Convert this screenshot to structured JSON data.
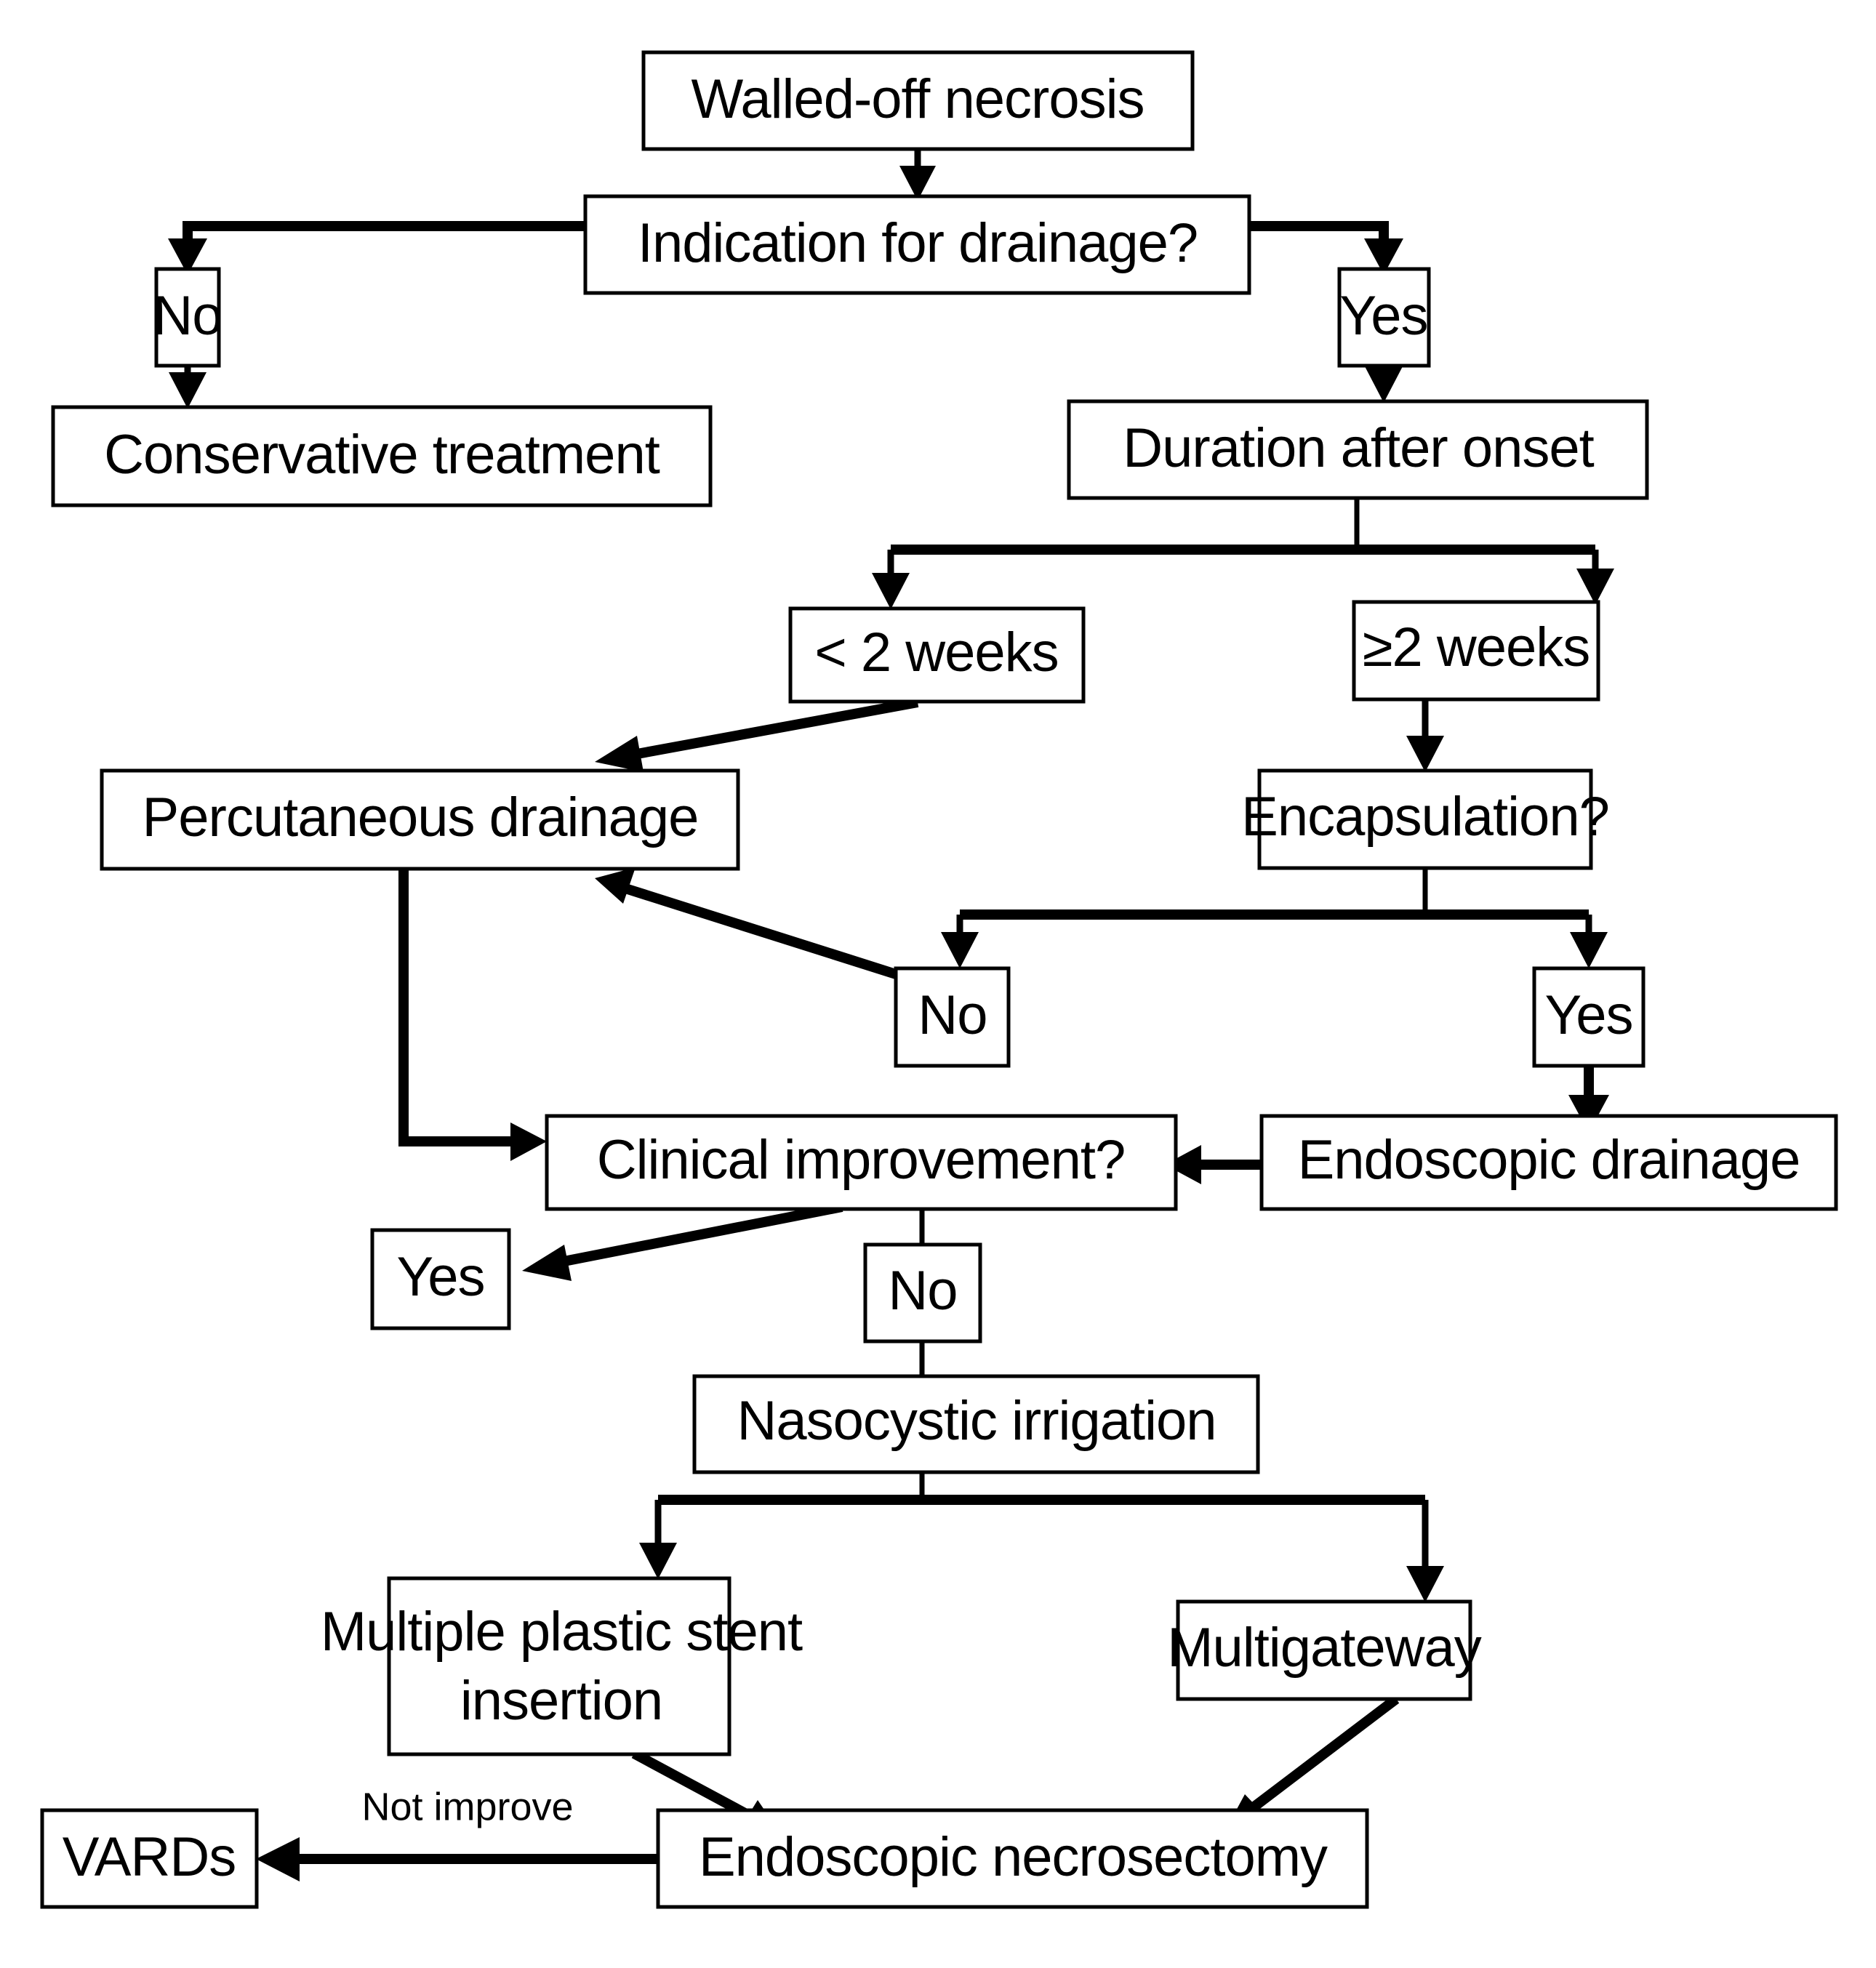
{
  "diagram": {
    "title": "Walled-off necrosis management algorithm",
    "type": "flowchart",
    "background_color": "#ffffff",
    "line_color": "#000000",
    "box_fill": "#ffffff"
  },
  "nodes": {
    "walled_off_necrosis": "Walled-off necrosis",
    "indication_for_drainage": "Indication for drainage?",
    "indication_no": "No",
    "conservative_treatment": "Conservative treatment",
    "indication_yes": "Yes",
    "duration_after_onset": "Duration after onset",
    "less_than_2_weeks": "< 2 weeks",
    "ge_2_weeks": "≥2 weeks",
    "percutaneous_drainage": "Percutaneous drainage",
    "encapsulation": "Encapsulation?",
    "encapsulation_no": "No",
    "encapsulation_yes": "Yes",
    "clinical_improvement": "Clinical improvement?",
    "endoscopic_drainage": "Endoscopic drainage",
    "improvement_yes": "Yes",
    "improvement_no": "No",
    "nasocystic_irrigation": "Nasocystic irrigation",
    "multiple_plastic_stent_line1": "Multiple plastic stent",
    "multiple_plastic_stent_line2": "insertion",
    "multigateway": "Multigateway",
    "endoscopic_necrosectomy": "Endoscopic necrosectomy",
    "vards": "VARDs"
  },
  "edge_labels": {
    "not_improve": "Not improve"
  }
}
